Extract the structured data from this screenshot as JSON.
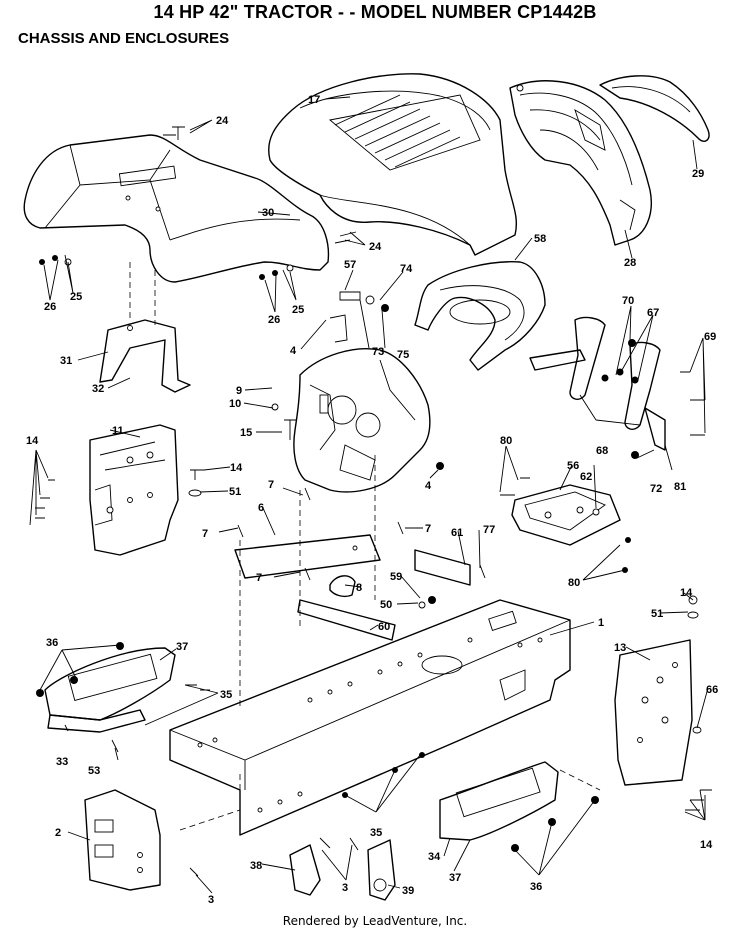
{
  "header": {
    "title": "14 HP 42\" TRACTOR - - MODEL NUMBER CP1442B",
    "subtitle": "CHASSIS AND ENCLOSURES"
  },
  "footer": {
    "credit": "Rendered by LeadVenture, Inc."
  },
  "callouts": [
    "17",
    "24",
    "29",
    "30",
    "24",
    "28",
    "58",
    "57",
    "74",
    "26",
    "25",
    "26",
    "25",
    "70",
    "67",
    "69",
    "4",
    "73",
    "75",
    "31",
    "32",
    "9",
    "10",
    "15",
    "11",
    "14",
    "14",
    "51",
    "80",
    "56",
    "62",
    "68",
    "72",
    "81",
    "7",
    "4",
    "6",
    "7",
    "7",
    "61",
    "77",
    "7",
    "59",
    "8",
    "50",
    "80",
    "60",
    "1",
    "14",
    "51",
    "13",
    "36",
    "37",
    "35",
    "66",
    "33",
    "53",
    "2",
    "35",
    "34",
    "37",
    "14",
    "38",
    "3",
    "39",
    "36",
    "3"
  ]
}
